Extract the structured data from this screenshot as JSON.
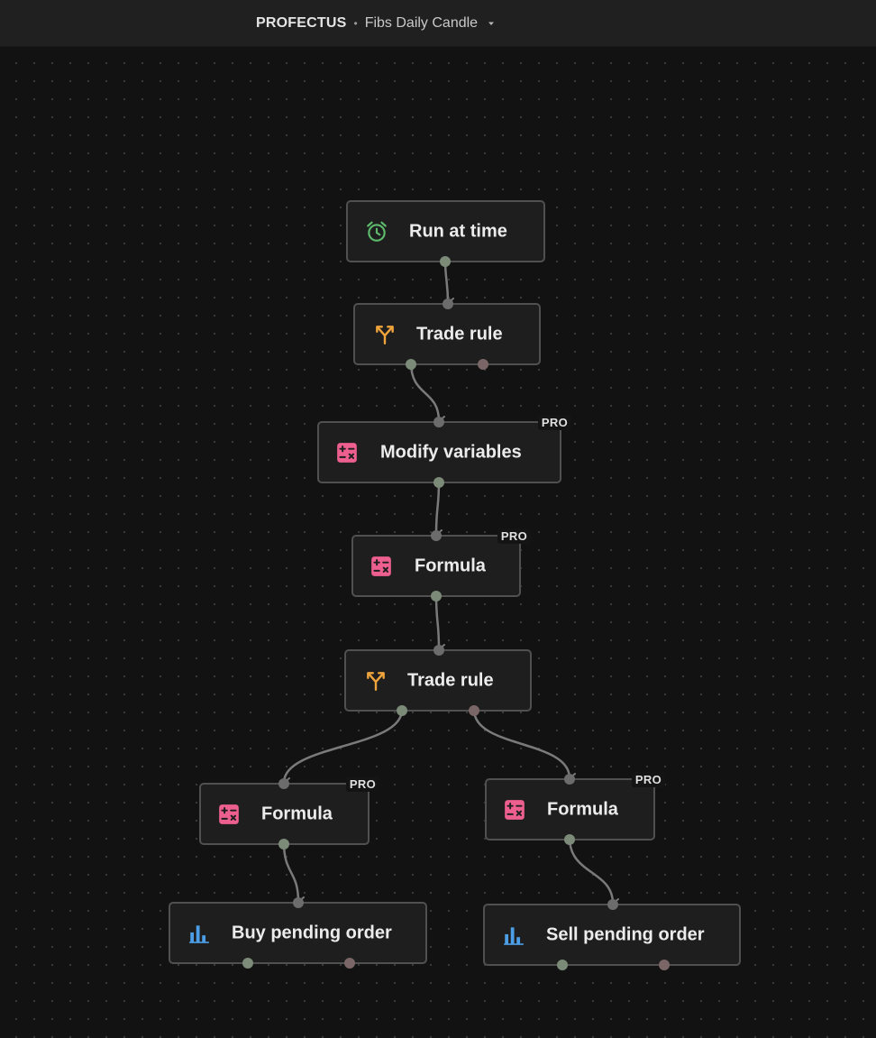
{
  "header": {
    "brand": "PROFECTUS",
    "separator": "•",
    "flow_name": "Fibs Daily Candle"
  },
  "colors": {
    "trigger_icon": "#5dba6c",
    "rule_icon": "#f0a43c",
    "formula_icon": "#ec5f8e",
    "order_icon": "#4c9fe6",
    "edge": "#7a7a7a",
    "node_border": "#505050",
    "node_bg": "#1e1e1e"
  },
  "badges": {
    "pro": "PRO"
  },
  "nodes": [
    {
      "id": "run-at-time",
      "label": "Run at time",
      "icon": "alarm-clock-icon",
      "pro": false
    },
    {
      "id": "trade-rule-1",
      "label": "Trade rule",
      "icon": "branch-split-icon",
      "pro": false
    },
    {
      "id": "modify-variables",
      "label": "Modify variables",
      "icon": "calculator-icon",
      "pro": true
    },
    {
      "id": "formula-1",
      "label": "Formula",
      "icon": "calculator-icon",
      "pro": true
    },
    {
      "id": "trade-rule-2",
      "label": "Trade rule",
      "icon": "branch-split-icon",
      "pro": false
    },
    {
      "id": "formula-2",
      "label": "Formula",
      "icon": "calculator-icon",
      "pro": true
    },
    {
      "id": "formula-3",
      "label": "Formula",
      "icon": "calculator-icon",
      "pro": true
    },
    {
      "id": "buy-pending-order",
      "label": "Buy pending order",
      "icon": "bar-chart-icon",
      "pro": false
    },
    {
      "id": "sell-pending-order",
      "label": "Sell pending order",
      "icon": "bar-chart-icon",
      "pro": false
    }
  ]
}
